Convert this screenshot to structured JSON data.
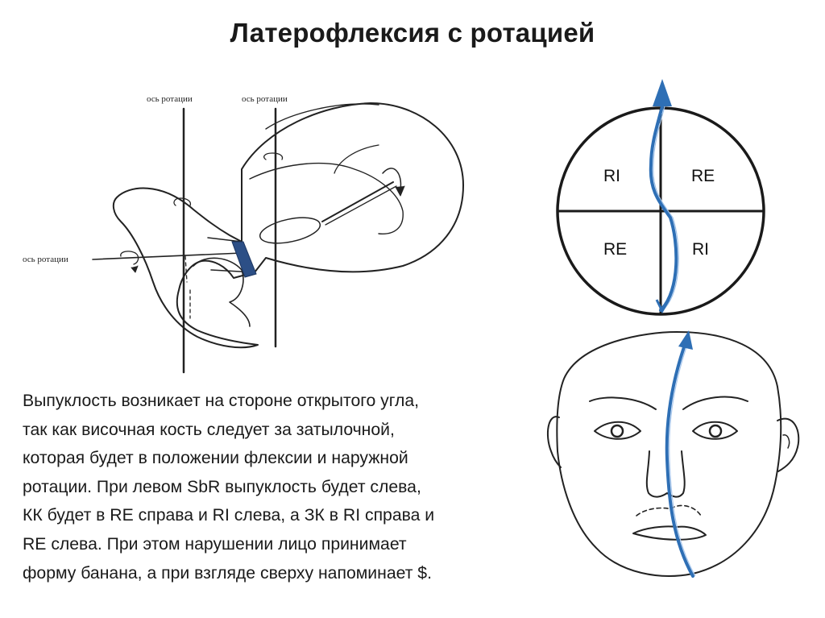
{
  "title": "Латерофлексия с ротацией",
  "skull_diagram": {
    "axis_labels": [
      "ось ротации",
      "ось ротации",
      "ось ротации"
    ]
  },
  "rotation_circle": {
    "quadrants": {
      "top_left": "RI",
      "top_right": "RE",
      "bottom_left": "RE",
      "bottom_right": "RI"
    },
    "accent_color": "#2e6fb5"
  },
  "face_diagram": {
    "line_color": "#2e6fb5"
  },
  "body_text_lines": [
    "Выпуклость возникает на стороне открытого угла,",
    "так как височная кость следует за затылочной,",
    "которая будет в положении флексии и наружной",
    "ротации. При левом SbR выпуклость будет слева,",
    "КК будет в RE справа и RI слева, а ЗК в RI справа и",
    "RE слева. При этом нарушении лицо принимает",
    "форму банана, а при взгляде сверху напоминает $."
  ]
}
